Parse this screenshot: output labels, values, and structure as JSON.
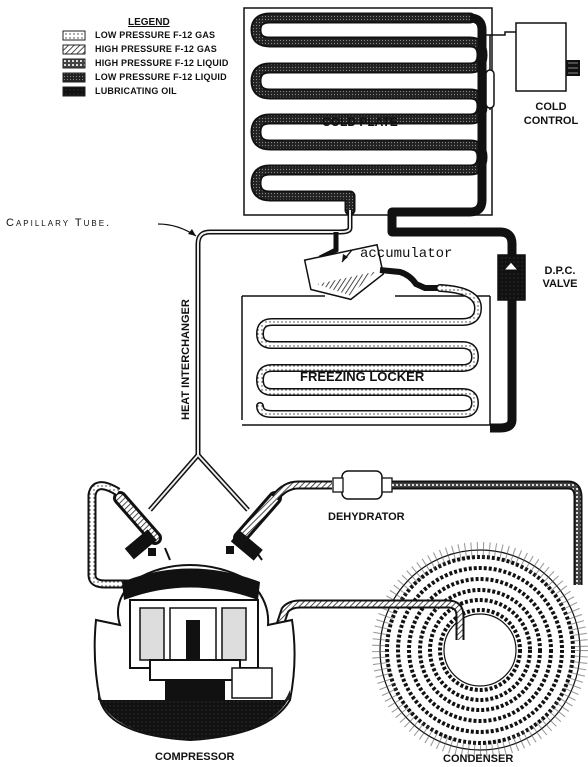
{
  "legend": {
    "title": "LEGEND",
    "items": [
      {
        "label": "LOW PRESSURE F-12 GAS",
        "pattern": "dots"
      },
      {
        "label": "HIGH PRESSURE F-12 GAS",
        "pattern": "hatch"
      },
      {
        "label": "HIGH PRESSURE F-12 LIQUID",
        "pattern": "cross"
      },
      {
        "label": "LOW PRESSURE F-12 LIQUID",
        "pattern": "dark"
      },
      {
        "label": "LUBRICATING OIL",
        "pattern": "solid"
      }
    ]
  },
  "labels": {
    "cold_plate": "COLD PLATE",
    "cold_control": "COLD CONTROL",
    "capillary_tube": "Capillary Tube.",
    "accumulator": "accumulator",
    "dpc_valve": "D.P.C. VALVE",
    "heat_interchanger": "HEAT INTERCHANGER",
    "freezing_locker": "FREEZING LOCKER",
    "dehydrator": "DEHYDRATOR",
    "compressor": "COMPRESSOR",
    "condenser": "CONDENSER"
  }
}
